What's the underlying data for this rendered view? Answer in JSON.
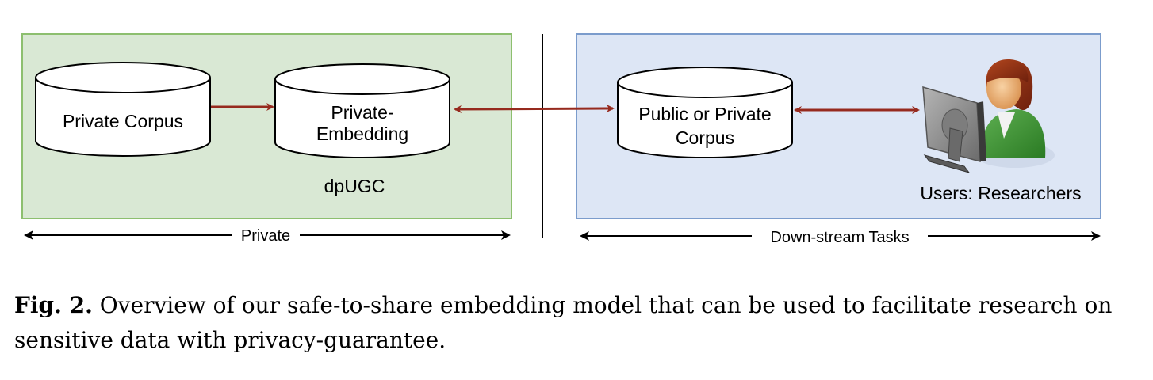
{
  "diagram": {
    "colors": {
      "private_fill": "#d9e8d4",
      "private_border": "#8dbf6f",
      "public_fill": "#dde6f5",
      "public_border": "#7b9ccc",
      "arrow_red": "#962a1e",
      "arrow_black": "#000000"
    },
    "private_region": {
      "label": "dpUGC",
      "nodes": [
        {
          "label_lines": [
            "Private Corpus"
          ]
        },
        {
          "label_lines": [
            "Private-",
            "Embedding"
          ]
        }
      ],
      "span_label": "Private"
    },
    "public_region": {
      "nodes": [
        {
          "label_lines": [
            "Public or Private",
            "Corpus"
          ]
        }
      ],
      "user_icon": "researcher-at-computer-icon",
      "user_label": "Users: Researchers",
      "span_label": "Down-stream Tasks"
    },
    "edges": [
      {
        "from": "Private Corpus",
        "to": "Private-Embedding",
        "type": "one-way"
      },
      {
        "from": "Private-Embedding",
        "to": "Public or Private Corpus",
        "type": "two-way"
      },
      {
        "from": "Public or Private Corpus",
        "to": "Users: Researchers",
        "type": "two-way"
      }
    ]
  },
  "caption": {
    "prefix": "Fig. 2.",
    "text": " Overview of our safe-to-share embedding model that can be used to facilitate research on sensitive data with privacy-guarantee."
  }
}
